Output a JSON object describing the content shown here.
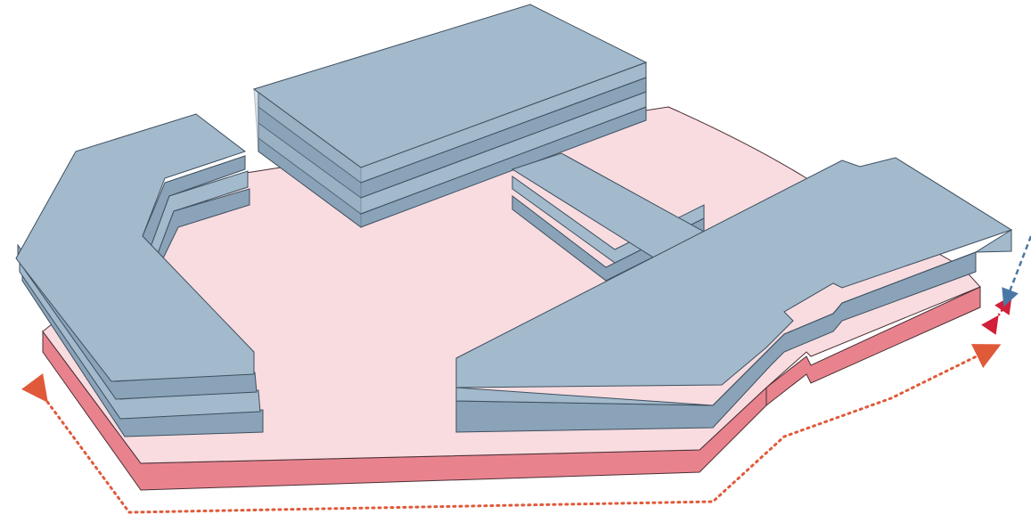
{
  "diagram": {
    "type": "axonometric-massing",
    "colors": {
      "podium_top": "#f8dce0",
      "podium_side": "#e8838e",
      "podium_stroke": "#4a3035",
      "tower_top": "#a3b9cc",
      "tower_side": "#8aa3b8",
      "tower_stroke": "#3d4f5e",
      "perimeter_arrow": "#e05a3a",
      "setback_arrow_red": "#d0203a",
      "setback_arrow_blue": "#4a78a6"
    },
    "elements": {
      "podium": "podium-base",
      "towers": [
        "left-curved-block",
        "center-slab-block",
        "right-stepped-block",
        "center-low-block"
      ],
      "annotations": [
        "perimeter-dotted-arrow",
        "podium-height-arrow",
        "floor-height-arrow"
      ]
    }
  }
}
